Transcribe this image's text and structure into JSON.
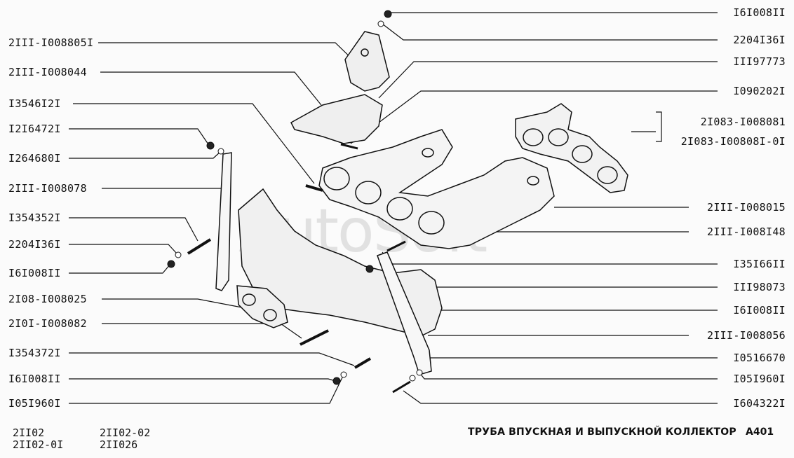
{
  "watermark": "AutoSoft",
  "left_labels": [
    {
      "id": "l1",
      "text": "2III-I008805I"
    },
    {
      "id": "l2",
      "text": "2III-I008044"
    },
    {
      "id": "l3",
      "text": "I3546I2I"
    },
    {
      "id": "l4",
      "text": "I2I6472I"
    },
    {
      "id": "l5",
      "text": "I264680I"
    },
    {
      "id": "l6",
      "text": "2III-I008078"
    },
    {
      "id": "l7",
      "text": "I354352I"
    },
    {
      "id": "l8",
      "text": "2204I36I"
    },
    {
      "id": "l9",
      "text": "I6I008II"
    },
    {
      "id": "l10",
      "text": "2I08-I008025"
    },
    {
      "id": "l11",
      "text": "2I0I-I008082"
    },
    {
      "id": "l12",
      "text": "I354372I"
    },
    {
      "id": "l13",
      "text": "I6I008II"
    },
    {
      "id": "l14",
      "text": "I05I960I"
    }
  ],
  "right_labels": [
    {
      "id": "r1",
      "text": "I6I008II"
    },
    {
      "id": "r2",
      "text": "2204I36I"
    },
    {
      "id": "r3",
      "text": "III97773"
    },
    {
      "id": "r4",
      "text": "I090202I"
    },
    {
      "id": "r5",
      "text": "2III-I008015"
    },
    {
      "id": "r6",
      "text": "2III-I008I48"
    },
    {
      "id": "r7",
      "text": "I35I66II"
    },
    {
      "id": "r8",
      "text": "III98073"
    },
    {
      "id": "r9",
      "text": "I6I008II"
    },
    {
      "id": "r10",
      "text": "2III-I008056"
    },
    {
      "id": "r11",
      "text": "I0516670"
    },
    {
      "id": "r12",
      "text": "I05I960I"
    },
    {
      "id": "r13",
      "text": "I604322I"
    }
  ],
  "brace_labels": [
    "2I083-I008081",
    "2I083-I00808I-0I"
  ],
  "footer": {
    "models_col1": [
      "2II02",
      "2II02-0I"
    ],
    "models_col2": [
      "2II02-02",
      "2II026"
    ],
    "title": "ТРУБА ВПУСКНАЯ И ВЫПУСКНОЙ КОЛЛЕКТОР",
    "page_code": "A401"
  }
}
